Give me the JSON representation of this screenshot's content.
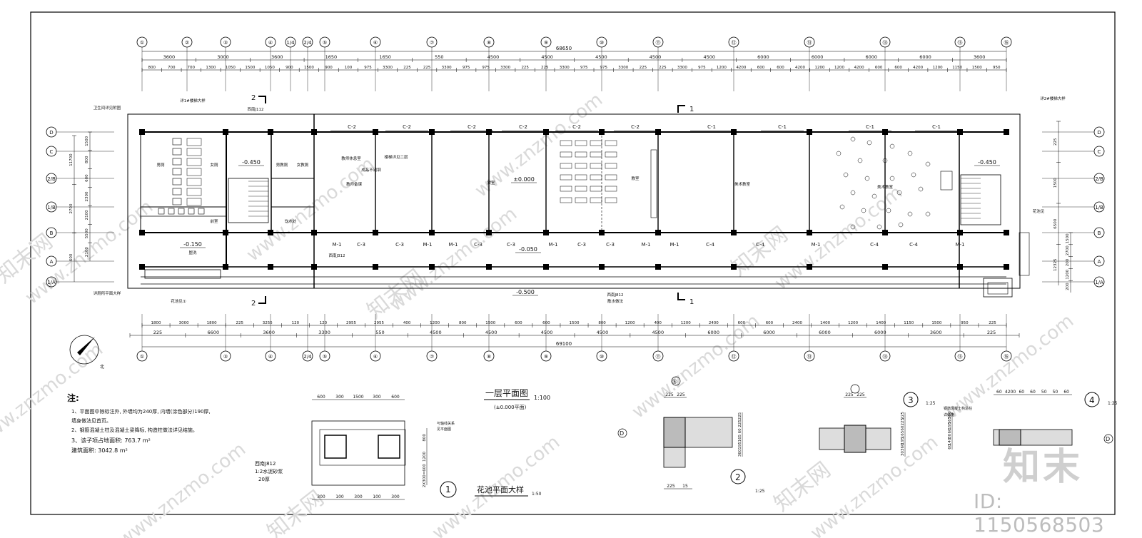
{
  "plan": {
    "title": "一层平面图",
    "title_scale": "1:100",
    "subtitle": "(±0.000平面)",
    "axes_top": [
      "①",
      "②",
      "③",
      "④",
      "1/4",
      "2/4",
      "⑤",
      "⑥",
      "⑦",
      "⑧",
      "⑨",
      "⑩",
      "⑪",
      "⑫",
      "⑬",
      "⑭",
      "⑮",
      "⑯"
    ],
    "axes_bottom": [
      "①",
      "③",
      "④",
      "2/4",
      "⑤",
      "⑥",
      "⑦",
      "⑧",
      "⑨",
      "⑩",
      "⑪",
      "⑫",
      "⑬",
      "⑭",
      "⑮",
      "⑯"
    ],
    "axes_left": [
      "D",
      "C",
      "2/B",
      "1/B",
      "B",
      "A",
      "1/A"
    ],
    "total_top": "68650",
    "total_bottom": "69100",
    "dims_top_row1": [
      "3600",
      "3000",
      "3600",
      "1650",
      "1650",
      "550",
      "4500",
      "4500",
      "4500",
      "4500",
      "4500",
      "6000",
      "6000",
      "6000",
      "6000",
      "3600"
    ],
    "dims_top_row2": [
      "800",
      "700",
      "700",
      "1300",
      "1050",
      "1500",
      "1050",
      "900",
      "1500",
      "900",
      "100",
      "975",
      "3300",
      "225",
      "225",
      "3300",
      "975",
      "975",
      "3300",
      "225",
      "225",
      "3300",
      "975",
      "975",
      "3300",
      "225",
      "225",
      "3300",
      "975",
      "1200",
      "4200",
      "600",
      "600",
      "4200",
      "1200",
      "1200",
      "4200",
      "600",
      "600",
      "4200",
      "1200",
      "1150",
      "1500",
      "950"
    ],
    "dims_bottom_row1": [
      "1800",
      "3000",
      "1800",
      "225",
      "3255",
      "120",
      "120",
      "2955",
      "2955",
      "400",
      "1200",
      "800",
      "1500",
      "600",
      "600",
      "1500",
      "800",
      "1200",
      "400",
      "1200",
      "2400",
      "600",
      "600",
      "2400",
      "1400",
      "1200",
      "1400",
      "1150",
      "1500",
      "950",
      "225"
    ],
    "dims_bottom_row2": [
      "225",
      "6600",
      "3600",
      "3300",
      "550",
      "4500",
      "4500",
      "4500",
      "4500",
      "4500",
      "6000",
      "6000",
      "6000",
      "6000",
      "3600",
      "225"
    ],
    "dims_left": [
      "1500",
      "800",
      "600",
      "2300",
      "2100",
      "5500",
      "2100",
      "11700",
      "2700",
      "600"
    ],
    "dims_right": [
      "225",
      "1500",
      "6500",
      "12325",
      "1500",
      "2700",
      "200",
      "1200",
      "200"
    ],
    "window_labels": [
      "C-2",
      "C-2",
      "C-2",
      "C-2",
      "C-2",
      "C-2",
      "C-1",
      "C-1",
      "C-1",
      "C-1"
    ],
    "door_labels": [
      "M-1",
      "C-3",
      "C-3",
      "M-1",
      "M-1",
      "C-3",
      "C-3",
      "M-1",
      "C-3",
      "C-3",
      "M-1",
      "M-1",
      "C-4",
      "C-4",
      "M-1",
      "C-4",
      "C-4",
      "M-1"
    ],
    "rooms": [
      "男厕",
      "女厕",
      "男教厕",
      "女教厕",
      "前室",
      "饮水处",
      "盥洗",
      "教师休息室",
      "教师备课",
      "教室",
      "教室",
      "美术教室",
      "美术教室"
    ],
    "levels": [
      "-0.450",
      "-0.450",
      "±0.000",
      "-0.150",
      "-0.050",
      "-0.500"
    ],
    "annotations": [
      "楼梯详见二层",
      "成品不锈钢",
      "详2#楼梯大样",
      "详1#楼梯大样",
      "卫生间详见附图",
      "详厕所平面大样",
      "花池见①",
      "西南J112",
      "西南J312",
      "西南J812",
      "散水做法",
      "花池见"
    ],
    "section_marks": [
      "1",
      "1",
      "2",
      "2"
    ]
  },
  "notes": {
    "heading": "注:",
    "lines": [
      "1、平面图中除标注外, 外墙均为240厚, 内墙(涂色部分)190厚,",
      "   墙身做法见首页。",
      "2、钢筋混凝土柱及混凝土梁降标, 构造柱做法详见结施。",
      "3、该子项占地面积: 763.7 m²",
      "   建筑面积: 3042.8 m²"
    ]
  },
  "detail_1": {
    "number": "1",
    "title": "花池平面大样",
    "scale": "1:50",
    "dims_top": [
      "600",
      "300",
      "1500",
      "300",
      "600"
    ],
    "dims_bottom": [
      "300",
      "100",
      "300",
      "100",
      "300"
    ],
    "dims_side": [
      "800",
      "1200",
      "2X300=600"
    ],
    "ref": "西南J812",
    "note_1": "1:2水泥砂浆",
    "note_2": "20厚",
    "leader_label": "与轴线关系",
    "leader_label_2": "见平面图"
  },
  "detail_2": {
    "number": "2",
    "scale": "1:25",
    "axis_top": "⑤",
    "axis_side": "D",
    "dims_top": [
      "225",
      "225"
    ],
    "dims_bottom": [
      "225",
      "15"
    ],
    "dims_side": [
      "225",
      "225",
      "60",
      "165",
      "195",
      "360"
    ]
  },
  "detail_3": {
    "number": "3",
    "scale": "1:25",
    "dims_top": [
      "225",
      "225"
    ],
    "dims_side": [
      "225",
      "225",
      "60",
      "165",
      "195",
      "360",
      "30"
    ]
  },
  "detail_4": {
    "number": "4",
    "scale": "1:25",
    "dims_top": [
      "60",
      "4200",
      "60",
      "60",
      "50",
      "50",
      "60"
    ],
    "axis_side": "D",
    "note": "钢筋混凝土构造柱",
    "note_2": "详结施",
    "dims_side": [
      "360",
      "165",
      "195",
      "60",
      "30",
      "140",
      "60"
    ]
  },
  "watermark": {
    "site": "www.znzmo.com",
    "brand": "知末网",
    "logo": "知末",
    "id": "ID: 1150568503"
  },
  "north": {
    "label": "北"
  }
}
